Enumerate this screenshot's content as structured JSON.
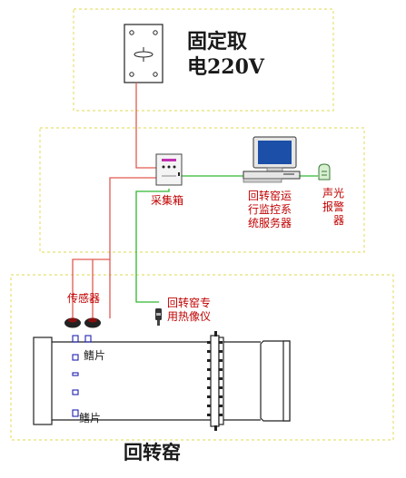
{
  "power": {
    "title": "固定取\n电220V"
  },
  "collector": {
    "label": "采集箱"
  },
  "server": {
    "label": "回转窑运\n行监控系\n统服务器"
  },
  "alarm": {
    "label": "声光\n报警\n器"
  },
  "sensor": {
    "label": "传感器"
  },
  "imager": {
    "label": "回转窑专\n用热像仪"
  },
  "kiln": {
    "label": "回转窑"
  },
  "fins": {
    "top_label": "鳍片",
    "bottom_label": "鳍片"
  },
  "colors": {
    "zone_border": "#e8e070",
    "power_line": "#e05a50",
    "data_line": "#30b830",
    "wire_black": "#222222"
  }
}
